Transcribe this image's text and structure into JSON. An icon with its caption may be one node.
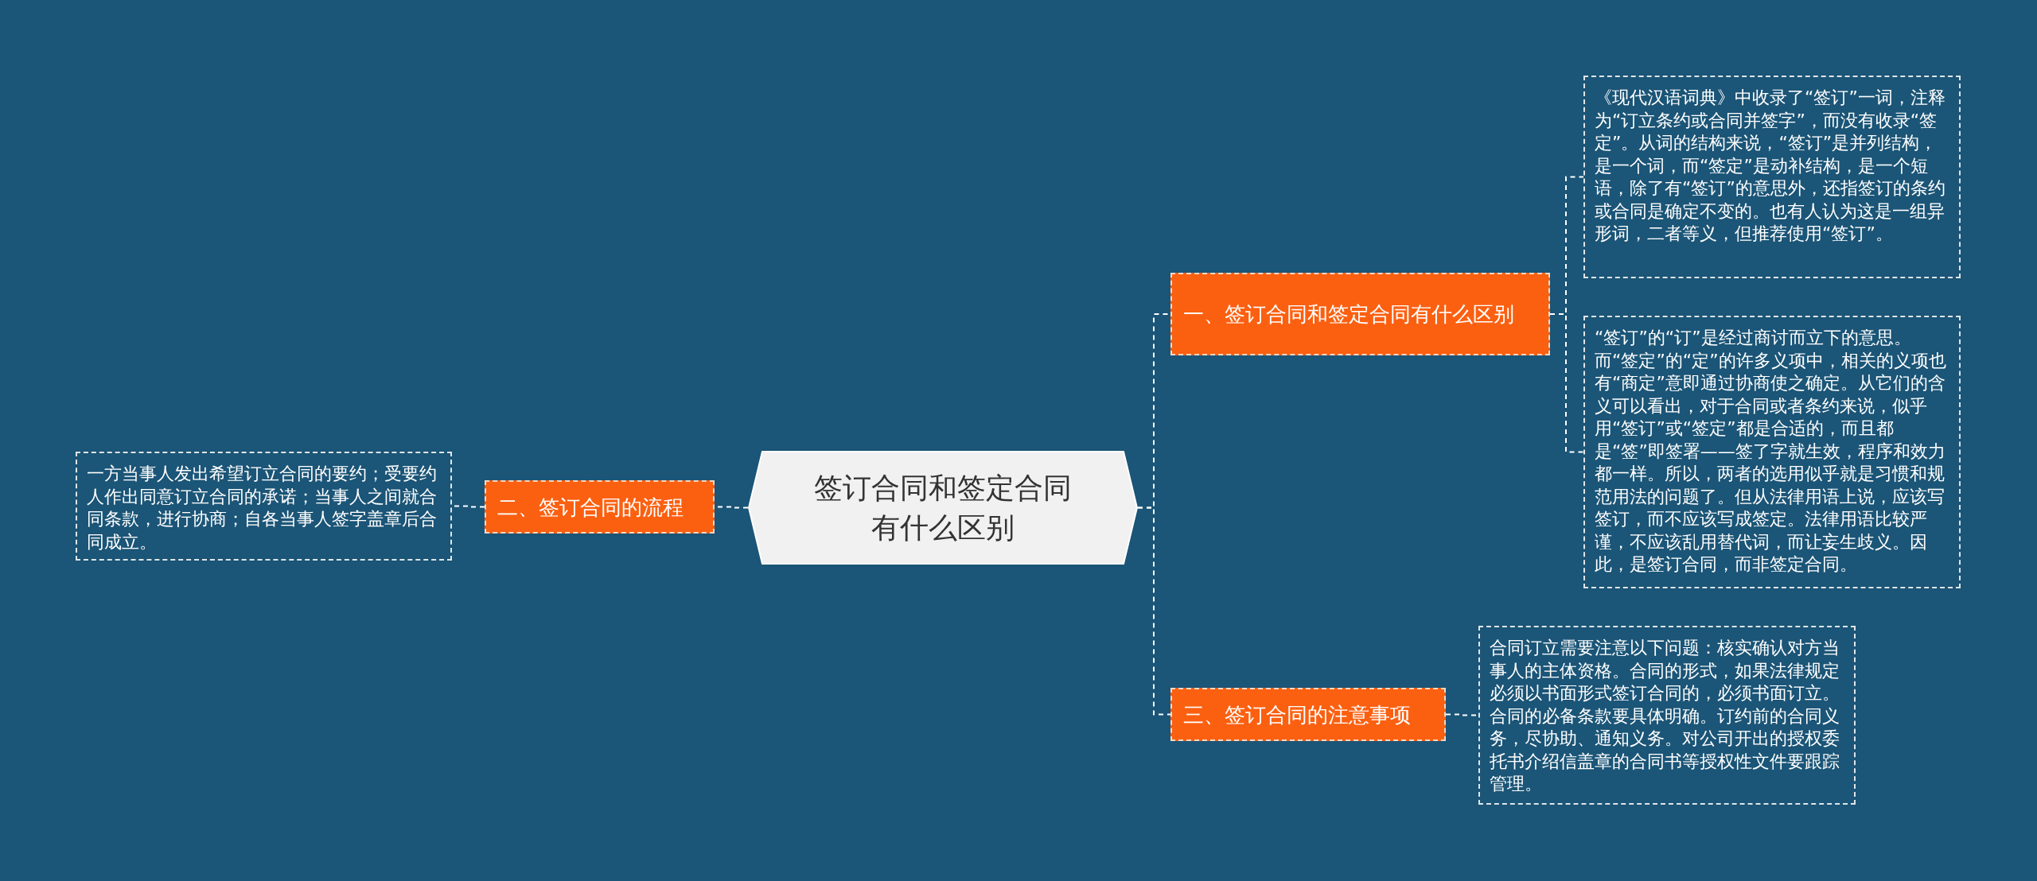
{
  "diagram": {
    "nodes": [
      {
        "text": [
          "签订合同和签定合同有什么区别"
        ]
      },
      {
        "text": [
          "一、签订合同和签定合同有什么区别"
        ]
      },
      {
        "text": [
          "《现代汉语词典》中收录了“签订”一词，注释为“订立条约或合同并签字”，而没有收录“签定”。从词的结构来说，“签订”是并列结构，是一个词，而“签定”是动补结构，是一个短语，除了有“签订”的意思外，还指签订的条约或合同是确定不变的。也有人认为这是一组异形词，二者等义，但推荐使用“签订”。"
        ]
      },
      {
        "text": [
          "“签订”的“订”是经过商讨而立下的意思。而“签定”的“定”的许多义项中，相关的义项也有“商定”意即通过协商使之确定。从它们的含义可以看出，对于合同或者条约来说，似乎用“签订”或“签定”都是合适的，而且都是“签”即签署——签了字就生效，程序和效力都一样。所以，两者的选用似乎就是习惯和规范用法的问题了。但从法律用语上说，应该写签订，而不应该写成签定。法律用语比较严谨，不应该乱用替代词，而让妄生歧义。因此，是签订合同，而非签定合同。"
        ]
      },
      {
        "text": [
          "二、签订合同的流程"
        ]
      },
      {
        "text": [
          "一方当事人发出希望订立合同的要约；受要约人作出同意订立合同的承诺；当事人之间就合同条款，进行协商；自各当事人签字盖章后合同成立。"
        ]
      },
      {
        "text": [
          "三、签订合同的注意事项"
        ]
      },
      {
        "text": [
          "合同订立需要注意以下问题：核实确认对方当事人的主体资格。合同的形式，如果法律规定必须以书面形式签订合同的，必须书面订立。合同的必备条款要具体明确。订约前的合同义务，尽协助、通知义务。对公司开出的授权委托书介绍信盖章的合同书等授权性文件要跟踪管理。"
        ]
      }
    ],
    "edges": [
      {
        "from": 0,
        "to": 1,
        "arrow": "none"
      },
      {
        "from": 1,
        "to": 2,
        "arrow": "none"
      },
      {
        "from": 1,
        "to": 3,
        "arrow": "none"
      },
      {
        "from": 0,
        "to": 4,
        "arrow": "none"
      },
      {
        "from": 4,
        "to": 5,
        "arrow": "none"
      },
      {
        "from": 0,
        "to": 6,
        "arrow": "none"
      },
      {
        "from": 6,
        "to": 7,
        "arrow": "none"
      }
    ]
  }
}
